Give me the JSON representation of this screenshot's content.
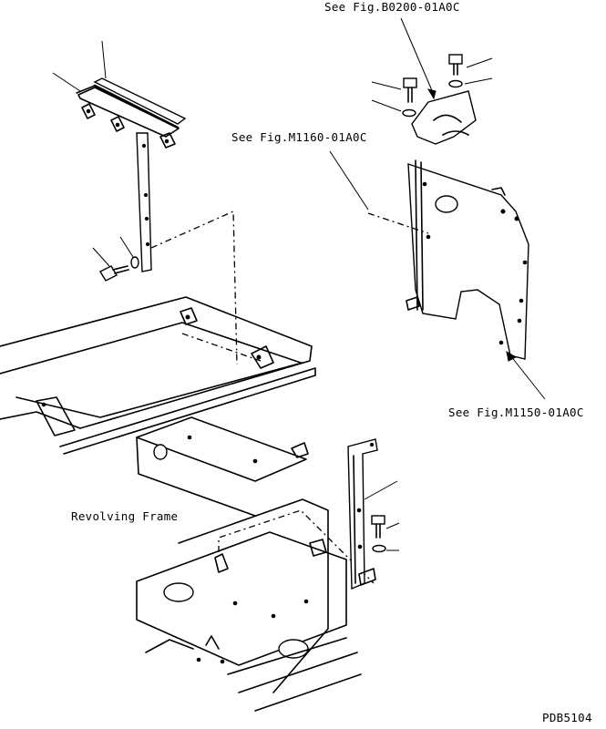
{
  "labels": {
    "ref_b0200": "See Fig.B0200-01A0C",
    "ref_m1160": "See Fig.M1160-01A0C",
    "ref_m1150": "See Fig.M1150-01A0C",
    "revolving_frame": "Revolving Frame",
    "drawing_code": "PDB5104"
  },
  "colors": {
    "ink": "#000000",
    "paper": "#ffffff"
  }
}
